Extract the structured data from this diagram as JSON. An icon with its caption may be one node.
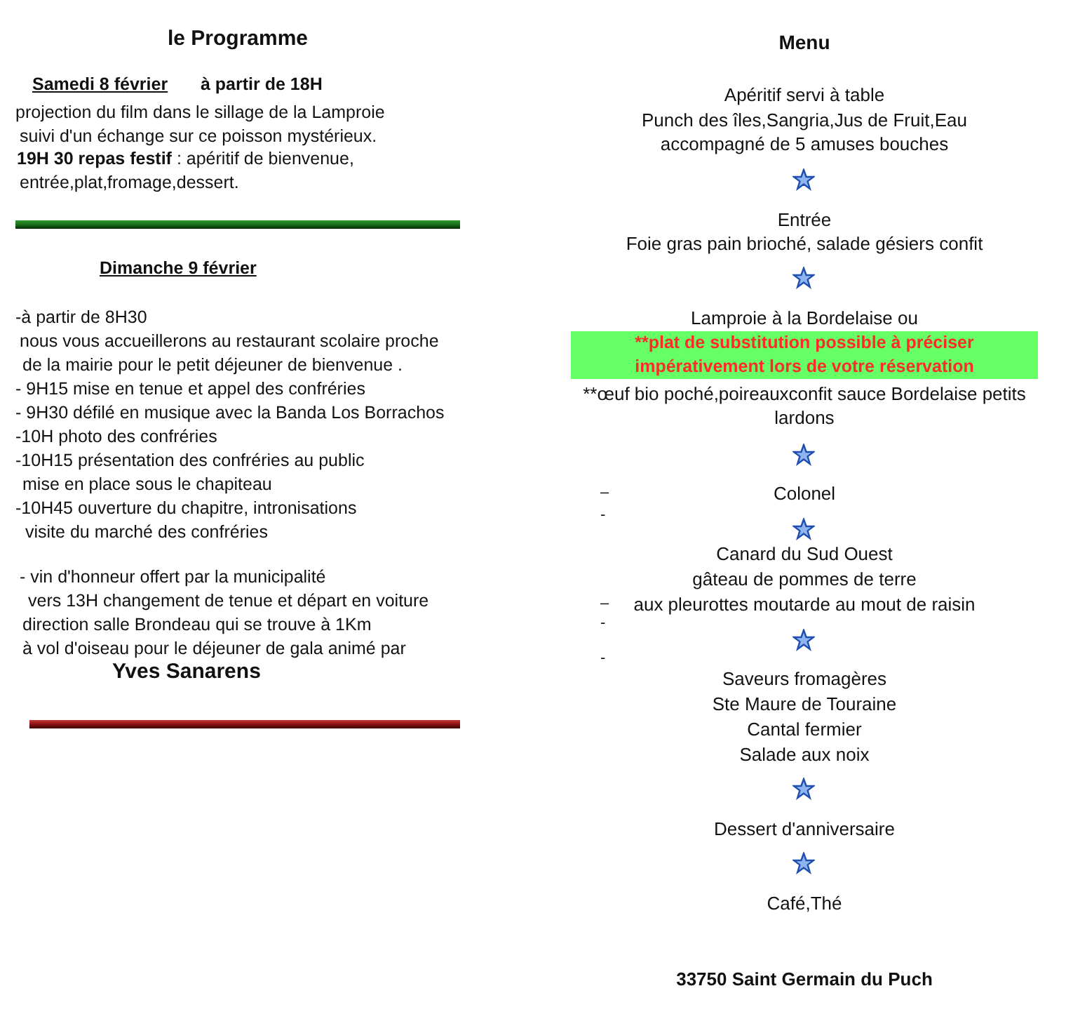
{
  "diagram": {
    "nodes": [
      {
        "text": [
          "**plat de substitution possible à préciser impérativement lors de votre réservation"
        ]
      }
    ],
    "edges": [],
    "labels": [
      "le Programme",
      "Samedi 8 février",
      "à partir de 18H",
      "projection du film dans le sillage de la Lamproie",
      "suivi d'un échange sur ce poisson mystérieux.",
      "**19H 30 repas festif** : apéritif de bienvenue,",
      "entrée,plat,fromage,dessert.",
      "Dimanche 9 février",
      "-à partir de 8H30",
      "nous vous accueillerons au restaurant scolaire proche",
      "de la mairie pour le petit déjeuner de bienvenue .",
      "- 9H15 mise en tenue et appel des confréries",
      "- 9H30 défilé en musique avec la Banda Los Borrachos",
      "-10H photo des confréries",
      "-10H15 présentation des confréries au public",
      "mise en place sous le chapiteau",
      "-10H45 ouverture du chapitre, intronisations",
      "visite du marché des confréries",
      "- vin d'honneur offert par la municipalité",
      "vers 13H changement de tenue et départ en voiture",
      "direction salle Brondeau qui se trouve à 1Km",
      "à vol d'oiseau pour le déjeuner de gala animé par",
      "Yves Sanarens",
      "Menu",
      "Apéritif servi à table",
      "Punch des îles,Sangria,Jus de Fruit,Eau",
      "accompagné de 5 amuses bouches",
      "Entrée",
      "Foie gras pain brioché, salade gésiers confit",
      "Lamproie à la Bordelaise ou",
      "**œuf bio poché,poireauxconfit sauce Bordelaise petits lardons",
      "Colonel",
      "–",
      "-",
      "Canard du Sud Ouest",
      "gâteau de pommes de terre",
      "–",
      "aux pleurottes moutarde au mout de raisin",
      "-",
      "-",
      "Saveurs fromagères",
      "Ste Maure de Touraine",
      "Cantal fermier",
      "Salade aux noix",
      "Dessert d'anniversaire",
      "Café,Thé",
      "33750 Saint Germain du Puch"
    ]
  }
}
